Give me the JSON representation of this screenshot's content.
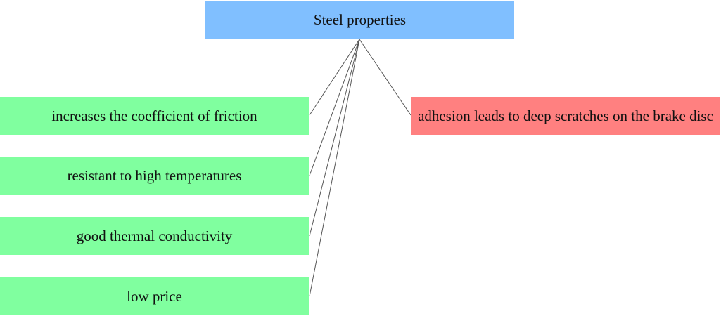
{
  "diagram": {
    "root": {
      "label": "Steel properties",
      "color": "#80bfff"
    },
    "advantages": [
      {
        "label": "increases the coefficient of friction"
      },
      {
        "label": "resistant to high temperatures"
      },
      {
        "label": "good thermal conductivity"
      },
      {
        "label": "low price"
      }
    ],
    "disadvantages": [
      {
        "label": "adhesion leads to deep scratches on the brake disc"
      }
    ],
    "colors": {
      "advantage": "#80ff9f",
      "disadvantage": "#ff8080",
      "edge": "#555555"
    }
  }
}
